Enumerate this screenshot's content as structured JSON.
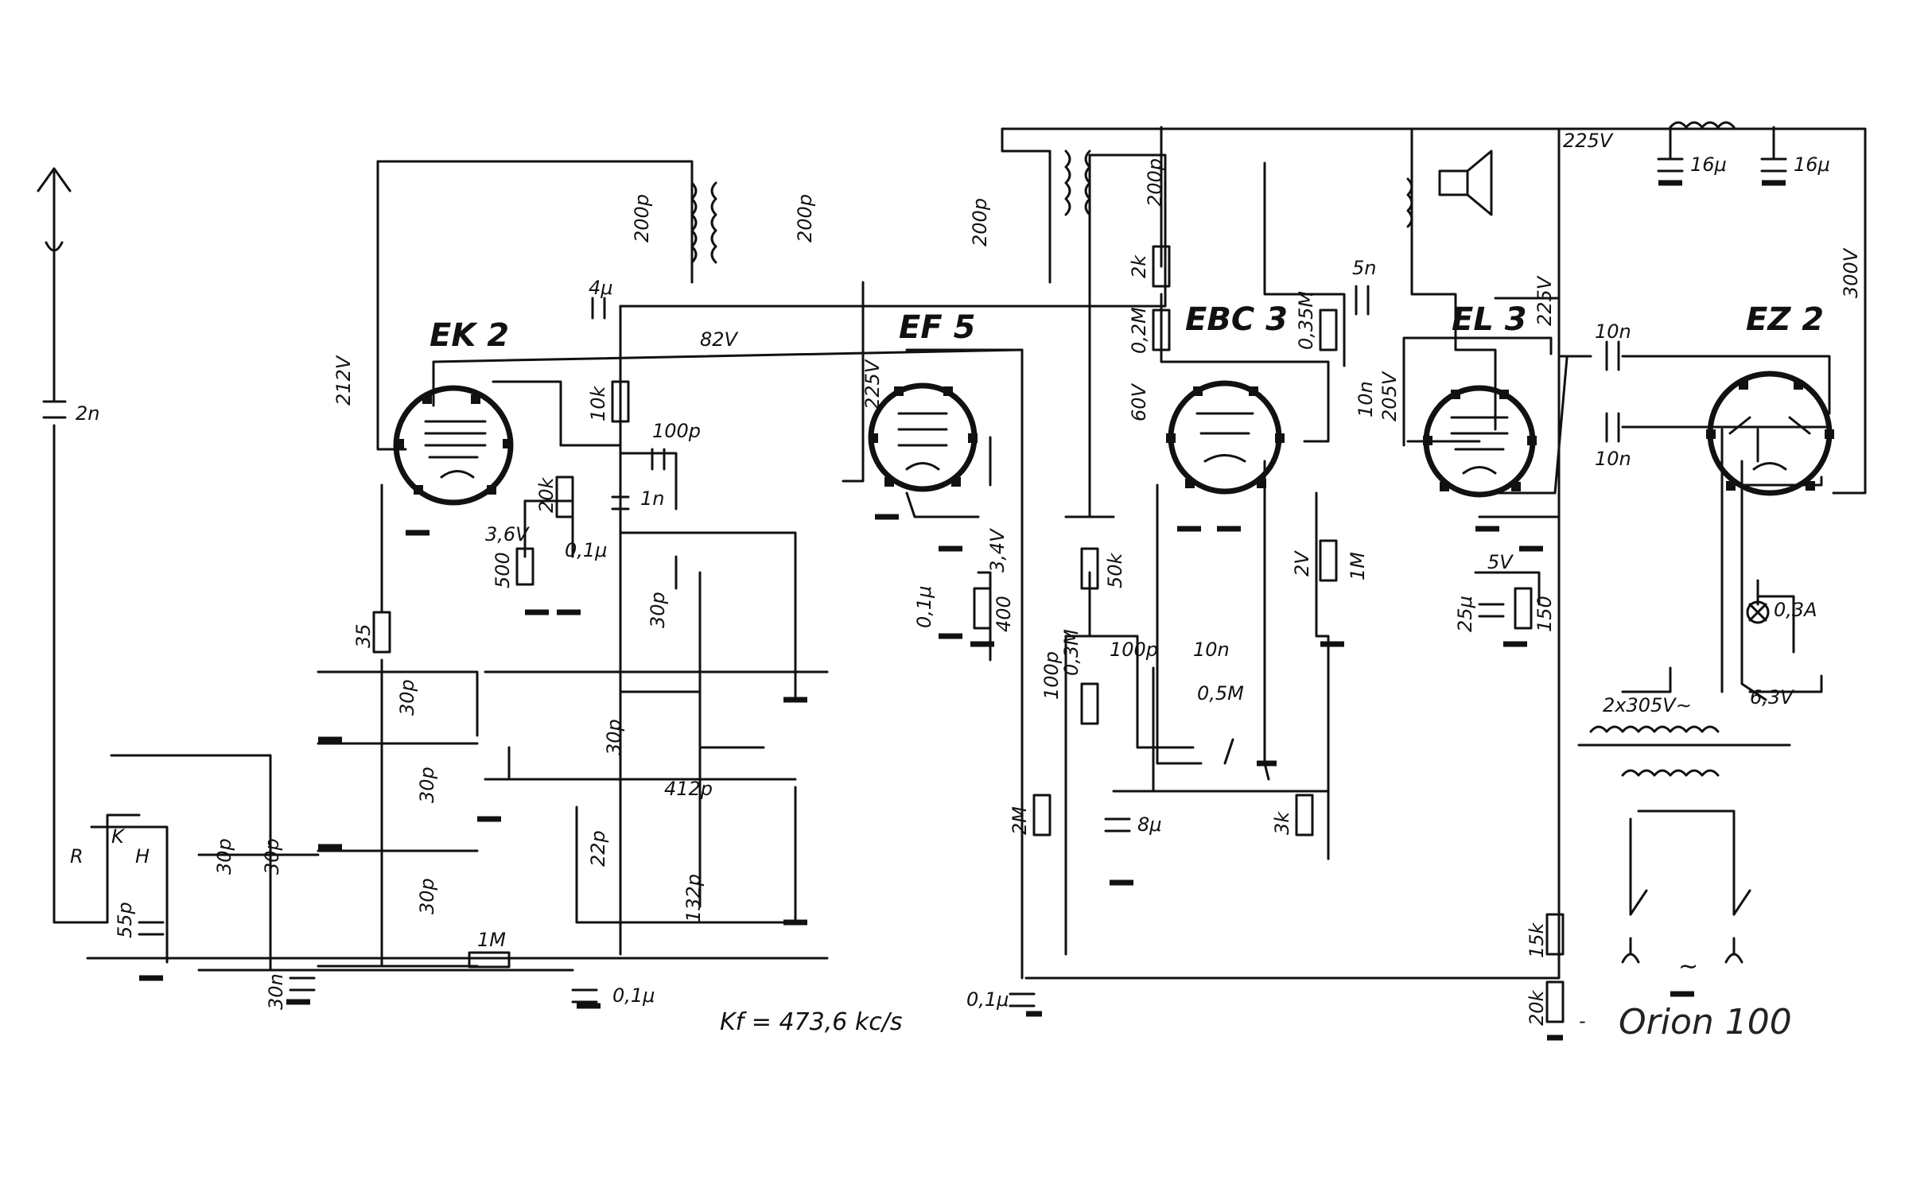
{
  "title": "Orion 100",
  "kf_note": "Kf = 473,6 kc/s",
  "tubes": [
    {
      "id": "ek2",
      "label": "EK 2"
    },
    {
      "id": "ef5",
      "label": "EF 5"
    },
    {
      "id": "ebc3",
      "label": "EBC 3"
    },
    {
      "id": "el3",
      "label": "EL 3"
    },
    {
      "id": "ez2",
      "label": "EZ 2"
    }
  ],
  "voltages": {
    "v212": "212V",
    "v82": "82V",
    "v225a": "225V",
    "v60": "60V",
    "v205": "205V",
    "v225b": "225V",
    "v225c": "225V",
    "v300": "300V",
    "v36": "3,6V",
    "v34": "3,4V",
    "v2": "2V",
    "v5": "5V"
  },
  "components": {
    "c_2n": "2n",
    "c_4u": "4μ",
    "c_200p_1": "200p",
    "c_200p_2": "200p",
    "c_200p_3": "200p",
    "c_200p_4": "200p",
    "r_10k": "10k",
    "c_100p_a": "100p",
    "c_1n": "1n",
    "r_20k": "20k",
    "c_01u_a": "0,1μ",
    "r_500": "500",
    "r_35": "35",
    "c_30p_a": "30p",
    "c_30p_b": "30p",
    "c_30p_c": "30p",
    "c_30p_d": "30p",
    "c_30p_e": "30p",
    "c_30p_f": "30p",
    "c_30p_g": "30p",
    "c_412p": "412p",
    "c_22p": "22p",
    "c_132p": "132p",
    "c_55p": "55p",
    "c_30n": "30n",
    "r_1m_a": "1M",
    "c_01u_b": "0,1μ",
    "c_01u_c": "0,1μ",
    "r_400": "400",
    "c_01u_d": "0,1μ",
    "r_2k": "2k",
    "r_02m": "0,2M",
    "r_035m": "0,35M",
    "c_5n": "5n",
    "c_10n_a": "10n",
    "r_1m_b": "1M",
    "r_50k": "50k",
    "c_100p_b": "100p",
    "r_03m": "0,3M",
    "c_100p_c": "100p",
    "c_10n_b": "10n",
    "pot_05m": "0,5M",
    "c_8u": "8μ",
    "r_2m": "2M",
    "r_3k": "3k",
    "c_25u": "25μ",
    "r_150": "150",
    "c_10n_c": "10n",
    "c_10n_d": "10n",
    "c_16u_a": "16μ",
    "c_16u_b": "16μ",
    "lamp": "0,3A",
    "sec_hv": "2x305V∼",
    "sec_fil": "6,3V",
    "r_15k": "15k",
    "r_20k_b": "20k",
    "mains": "∼"
  },
  "switch_labels": {
    "r": "R",
    "k": "K",
    "h": "H"
  }
}
